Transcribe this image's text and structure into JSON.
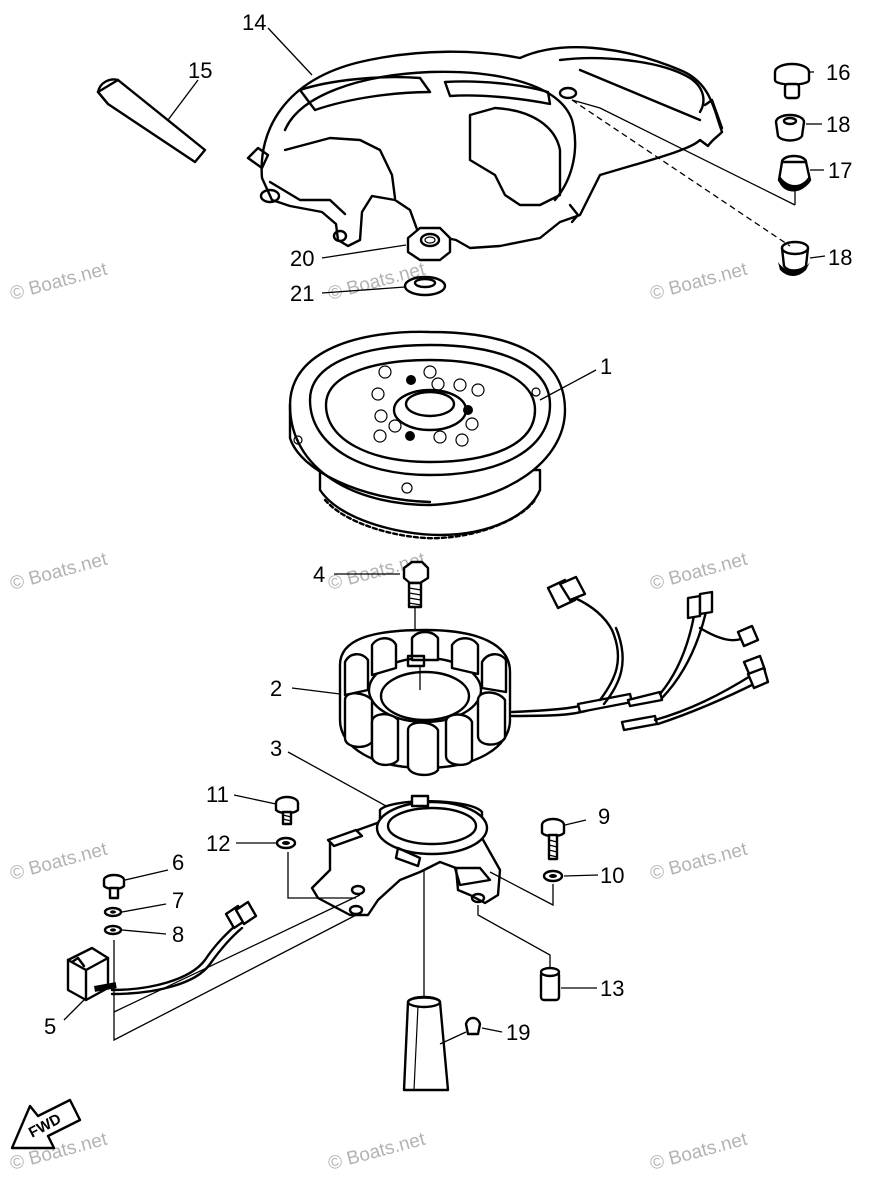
{
  "watermark": "© Boats.net",
  "callouts": {
    "c1": "1",
    "c2": "2",
    "c3": "3",
    "c4": "4",
    "c5": "5",
    "c6": "6",
    "c7": "7",
    "c8": "8",
    "c9": "9",
    "c10": "10",
    "c11": "11",
    "c12": "12",
    "c13": "13",
    "c14": "14",
    "c15": "15",
    "c16": "16",
    "c17": "17",
    "c18a": "18",
    "c18b": "18",
    "c19": "19",
    "c20": "20",
    "c21": "21"
  },
  "fwd_arrow": "FWD",
  "colors": {
    "ink": "#000000",
    "watermark": "#9a9a9a",
    "paper": "#ffffff"
  }
}
